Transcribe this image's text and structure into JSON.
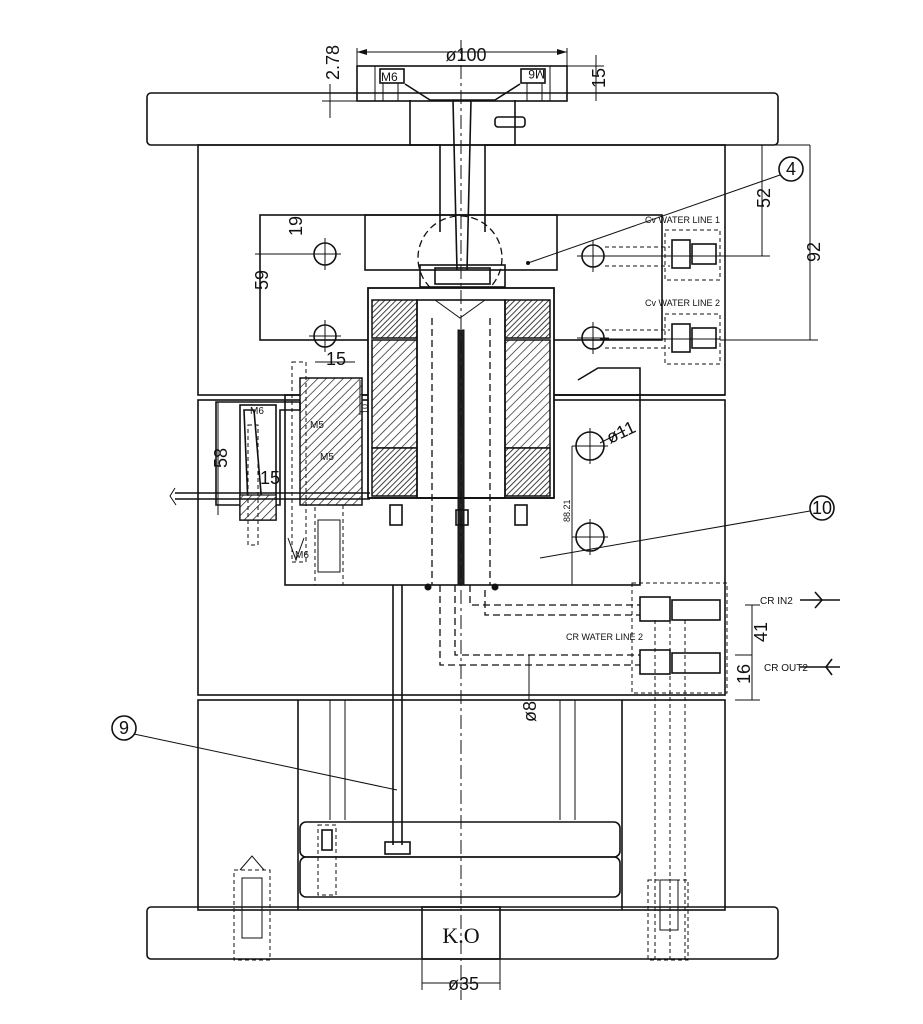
{
  "dimensions": {
    "top_diameter": "ø100",
    "top_offset": "2.78",
    "top_height": "15",
    "thread_left": "M6",
    "thread_right": "M6",
    "d52": "52",
    "d92": "92",
    "d59": "59",
    "d19": "19",
    "d15": "15",
    "d10": "10",
    "d58": "58",
    "d15b": "15",
    "d11": "ø11",
    "d88": "88.21",
    "d41": "41",
    "d16": "16",
    "d8": "ø8",
    "d35": "ø35",
    "m5a": "M5",
    "m5b": "M5",
    "m6a": "M6",
    "m6b": "M6"
  },
  "callouts": {
    "c4": "4",
    "c10": "10",
    "c9": "9"
  },
  "labels": {
    "cv_water_line_1": "Cv WATER LINE  1",
    "cv_water_line_2": "Cv WATER LINE  2",
    "cr_in2": "CR IN2",
    "cr_out2": "CR OUT2",
    "cr_water_line_2": "CR WATER LINE  2",
    "ko": "K.O"
  }
}
